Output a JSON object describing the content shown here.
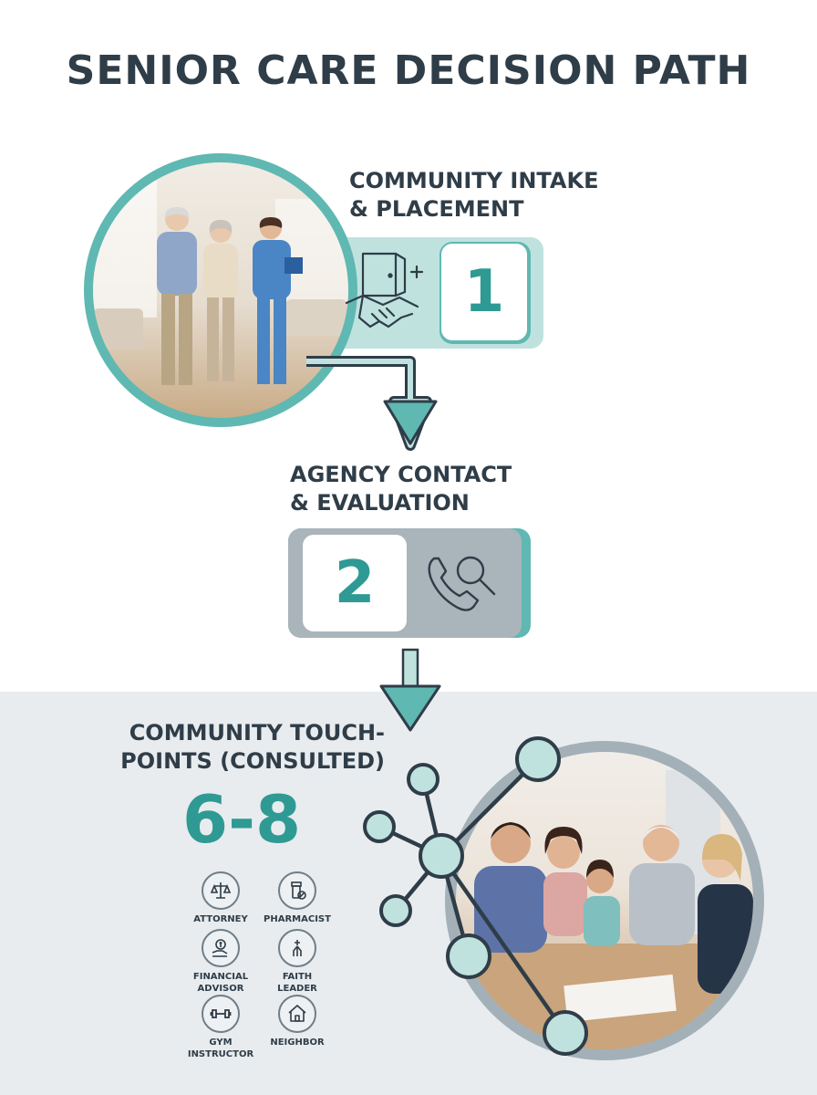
{
  "title": "SENIOR CARE DECISION PATH",
  "steps": [
    {
      "number": "1",
      "heading_line1": "COMMUNITY INTAKE",
      "heading_line2": "& PLACEMENT",
      "icon": "door-handshake-icon"
    },
    {
      "number": "2",
      "heading_line1": "AGENCY CONTACT",
      "heading_line2": "& EVALUATION",
      "icon": "phone-search-icon"
    }
  ],
  "touchpoints": {
    "heading_line1": "COMMUNITY TOUCH-",
    "heading_line2": "POINTS (CONSULTED)",
    "count": "6-8",
    "items": [
      {
        "label_line1": "ATTORNEY",
        "label_line2": "",
        "icon": "scales-icon"
      },
      {
        "label_line1": "PHARMACIST",
        "label_line2": "",
        "icon": "pill-bottle-icon"
      },
      {
        "label_line1": "FINANCIAL",
        "label_line2": "ADVISOR",
        "icon": "money-hand-icon"
      },
      {
        "label_line1": "FAITH",
        "label_line2": "LEADER",
        "icon": "praying-hands-icon"
      },
      {
        "label_line1": "GYM",
        "label_line2": "INSTRUCTOR",
        "icon": "dumbbell-icon"
      },
      {
        "label_line1": "NEIGHBOR",
        "label_line2": "",
        "icon": "house-icon"
      }
    ]
  },
  "colors": {
    "teal": "#5fb8b2",
    "teal_dark": "#2e9a93",
    "navy": "#2f3d48",
    "gray": "#a9b4bb",
    "bg_bottom": "#e8ecef"
  }
}
